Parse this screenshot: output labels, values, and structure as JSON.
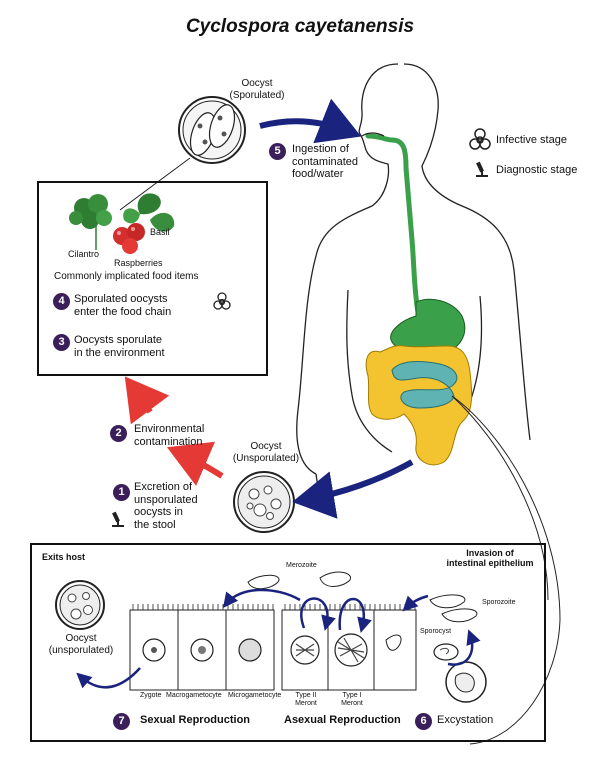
{
  "title": "Cyclospora cayetanensis",
  "legend": {
    "infective_label": "Infective stage",
    "diagnostic_label": "Diagnostic stage",
    "infective_icon": "biohazard-icon",
    "diagnostic_icon": "microscope-icon"
  },
  "oocyst_sporulated": [
    "Oocyst",
    "(Sporulated)"
  ],
  "oocyst_unsporulated": [
    "Oocyst",
    "(Unsporulated)"
  ],
  "food": {
    "cilantro": "Cilantro",
    "basil": "Basil",
    "raspberries": "Raspberries",
    "caption": "Commonly implicated food items"
  },
  "steps": [
    {
      "num": "1",
      "lines": [
        "Excretion of",
        "unsporulated",
        "oocysts in",
        "the stool"
      ]
    },
    {
      "num": "2",
      "lines": [
        "Environmental",
        "contamination"
      ]
    },
    {
      "num": "3",
      "lines": [
        "Oocysts sporulate",
        "in the environment"
      ]
    },
    {
      "num": "4",
      "lines": [
        "Sporulated oocysts",
        "enter the food chain"
      ]
    },
    {
      "num": "5",
      "lines": [
        "Ingestion of",
        "contaminated",
        "food/water"
      ]
    },
    {
      "num": "6",
      "label": "Excystation"
    },
    {
      "num": "7",
      "label": "Sexual Reproduction"
    }
  ],
  "lifecycle": {
    "exits_host": "Exits host",
    "invasion": [
      "Invasion of",
      "intestinal epithelium"
    ],
    "oocyst_unsporulated": [
      "Oocyst",
      "(unsporulated)"
    ],
    "merozoite": "Merozoite",
    "sporozoite": "Sporozoite",
    "sporocyst": "Sporocyst",
    "zygote": "Zygote",
    "macrogametocyte": "Macrogametocyte",
    "microgametocyte": "Microgametocyte",
    "type2_meront": [
      "Type II",
      "Meront"
    ],
    "type1_meront": [
      "Type I",
      "Meront"
    ],
    "asexual": "Asexual Reproduction"
  },
  "colors": {
    "arrow_blue": "#1a237e",
    "arrow_red": "#e53935",
    "badge": "#3b1f5a",
    "esophagus_green": "#3aa14a",
    "small_intestine": "#5fb3b3",
    "large_intestine": "#f4c430",
    "raspberry": "#d32f2f",
    "leaf": "#2e7d32"
  }
}
